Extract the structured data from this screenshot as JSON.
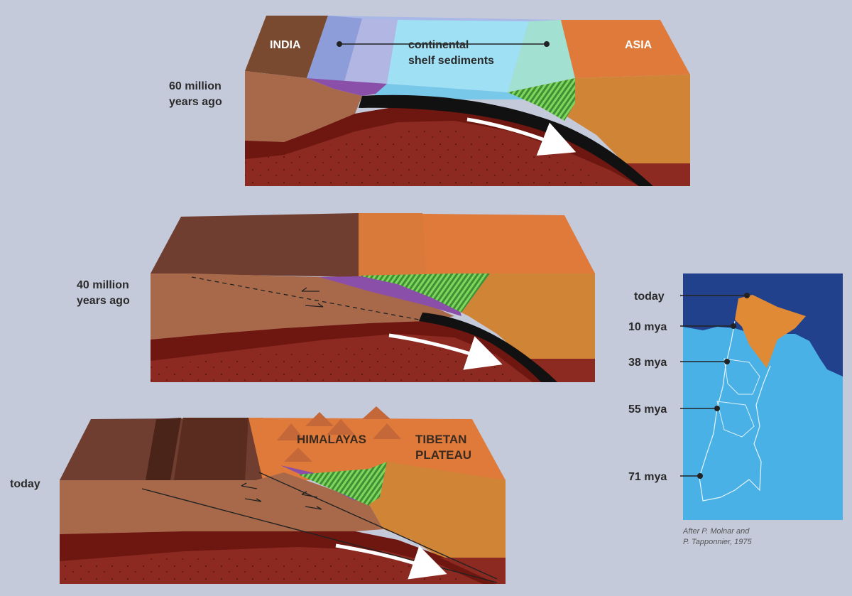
{
  "panel_top": {
    "time_label_line1": "60 million",
    "time_label_line2": "years ago",
    "india_label": "INDIA",
    "asia_label": "ASIA",
    "sediments_line1": "continental",
    "sediments_line2": "shelf sediments"
  },
  "panel_middle": {
    "time_label_line1": "40 million",
    "time_label_line2": "years ago"
  },
  "panel_bottom": {
    "time_label": "today",
    "himalayas_label": "HIMALAYAS",
    "tibet_line1": "TIBETAN",
    "tibet_line2": "PLATEAU"
  },
  "map": {
    "markers": [
      {
        "label": "today"
      },
      {
        "label": "10 mya"
      },
      {
        "label": "38 mya"
      },
      {
        "label": "55 mya"
      },
      {
        "label": "71 mya"
      }
    ],
    "credit_line1": "After P. Molnar and",
    "credit_line2": "P. Tapponnier, 1975"
  },
  "colors": {
    "background": "#c5cadb",
    "india_crust": "#6b3f2c",
    "crust_side": "#a8694a",
    "mantle": "#8c2a22",
    "mantle_dark": "#6e1710",
    "asia_top": "#e07a3a",
    "asia_side": "#cf8436",
    "ocean_light": "#8fd6f0",
    "shelf_blue": "#9aa8dc",
    "purple": "#8a4fa8",
    "green_stripe": "#5fbf4a",
    "map_ocean": "#4ab1e6",
    "map_deep": "#21418c",
    "map_india": "#e08a35"
  },
  "icons": [
    "arrow-icon",
    "fault-arrow-icon",
    "marker-dot-icon"
  ]
}
